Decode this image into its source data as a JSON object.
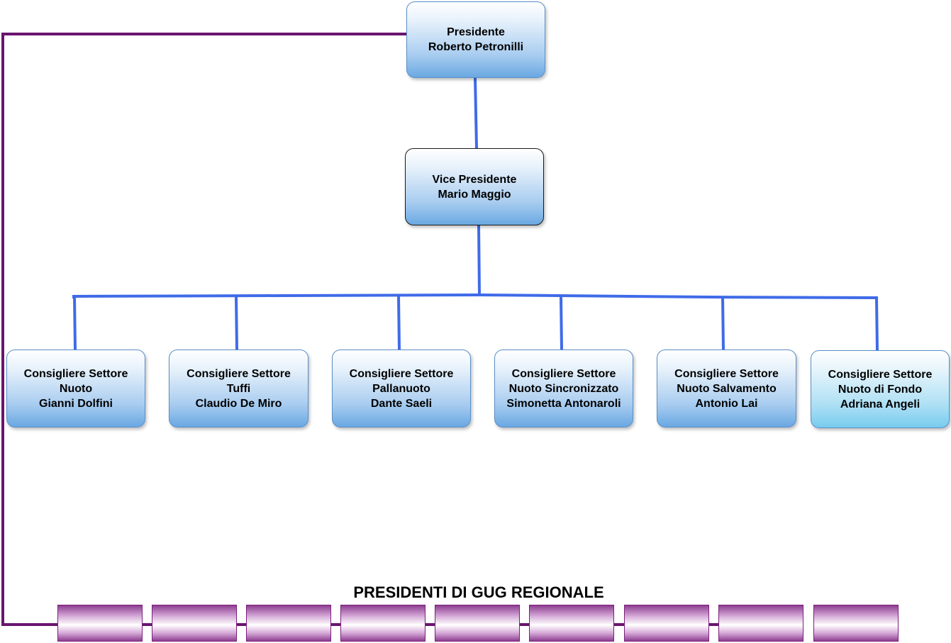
{
  "president": {
    "role": "Presidente",
    "name": "Roberto Petronilli"
  },
  "vice_president": {
    "role": "Vice Presidente",
    "name": "Mario Maggio"
  },
  "councillors": [
    {
      "role": "Consigliere Settore",
      "sector": "Nuoto",
      "name": "Gianni Dolfini"
    },
    {
      "role": "Consigliere Settore",
      "sector": "Tuffi",
      "name": "Claudio De Miro"
    },
    {
      "role": "Consigliere Settore",
      "sector": "Pallanuoto",
      "name": "Dante Saeli"
    },
    {
      "role": "Consigliere Settore",
      "sector": "Nuoto Sincronizzato",
      "name": "Simonetta Antonaroli"
    },
    {
      "role": "Consigliere Settore",
      "sector": "Nuoto Salvamento",
      "name": "Antonio Lai"
    },
    {
      "role": "Consigliere Settore",
      "sector": "Nuoto di Fondo",
      "name": "Adriana Angeli"
    }
  ],
  "gug": {
    "title": "PRESIDENTI DI GUG REGIONALE",
    "box_count": 9
  },
  "colors": {
    "connector_blue": "#3f6be8",
    "connector_purple": "#6a1470",
    "node_border": "#5a8fc7"
  }
}
